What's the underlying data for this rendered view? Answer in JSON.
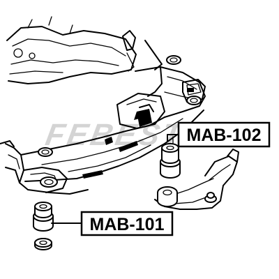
{
  "labels": {
    "part_upper": "MAB-102",
    "part_lower": "MAB-101"
  },
  "watermark": "FEBEST",
  "colors": {
    "ink": "#000000",
    "background": "#ffffff",
    "watermark": "#cfcfcf"
  }
}
